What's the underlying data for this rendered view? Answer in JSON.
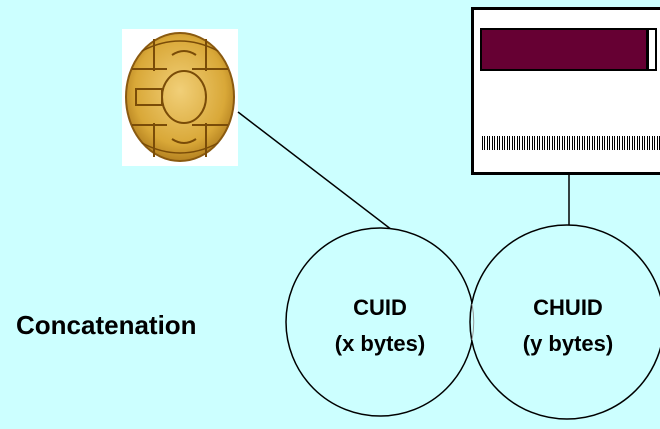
{
  "labels": {
    "concatenation": "Concatenation",
    "cuid_line1": "CUID",
    "cuid_line2": "(x bytes)",
    "chuid_line1": "CHUID",
    "chuid_line2": "(y bytes)"
  },
  "colors": {
    "background": "#ccffff",
    "magstripe": "#660033",
    "chip_gold": "#d9a838"
  },
  "icons": {
    "chip": "smart-card-chip-icon",
    "card": "id-card-icon"
  }
}
